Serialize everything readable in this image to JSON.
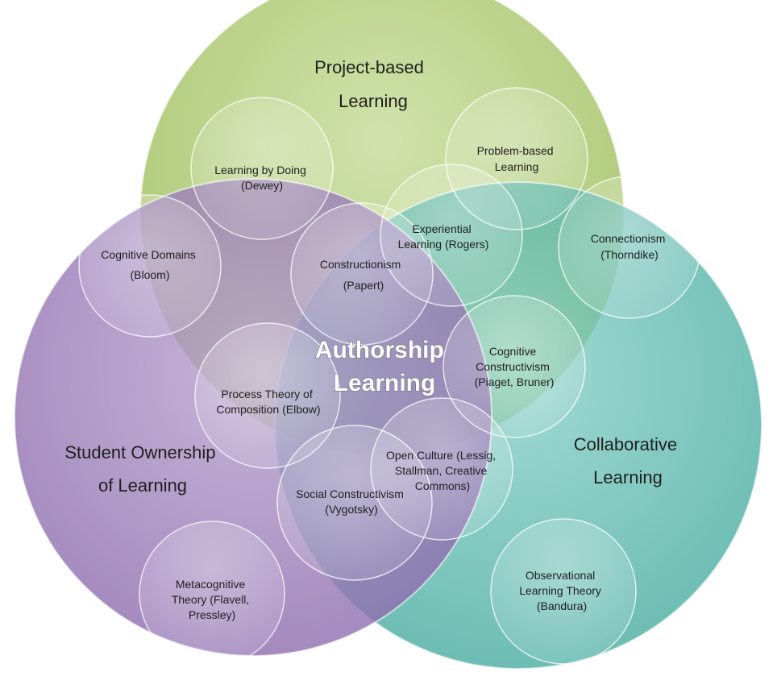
{
  "diagram": {
    "center": {
      "line1": "Authorship",
      "line2": "Learning"
    },
    "sets": [
      {
        "id": "project",
        "line1": "Project-based",
        "line2": "Learning",
        "color": "#a4c65a"
      },
      {
        "id": "student",
        "line1": "Student Ownership",
        "line2": "of Learning",
        "color": "#8b6bac"
      },
      {
        "id": "collab",
        "line1": "Collaborative",
        "line2": "Learning",
        "color": "#3fada3"
      }
    ],
    "theories": [
      {
        "lines": [
          "Learning by Doing",
          "(Dewey)"
        ]
      },
      {
        "lines": [
          "Problem-based",
          "Learning"
        ]
      },
      {
        "lines": [
          "Experiential",
          "Learning (Rogers)"
        ]
      },
      {
        "lines": [
          "Connectionism",
          "(Thorndike)"
        ]
      },
      {
        "lines": [
          "Cognitive Domains",
          "(Bloom)"
        ]
      },
      {
        "lines": [
          "Constructionism",
          "(Papert)"
        ]
      },
      {
        "lines": [
          "Cognitive",
          "Constructivism",
          "(Piaget, Bruner)"
        ]
      },
      {
        "lines": [
          "Process Theory of",
          "Composition (Elbow)"
        ]
      },
      {
        "lines": [
          "Open Culture (Lessig,",
          "Stallman, Creative",
          "Commons)"
        ]
      },
      {
        "lines": [
          "Social Constructivism",
          "(Vygotsky)"
        ]
      },
      {
        "lines": [
          "Metacognitive",
          "Theory (Flavell,",
          "Pressley)"
        ]
      },
      {
        "lines": [
          "Observational",
          "Learning Theory",
          "(Bandura)"
        ]
      }
    ]
  }
}
